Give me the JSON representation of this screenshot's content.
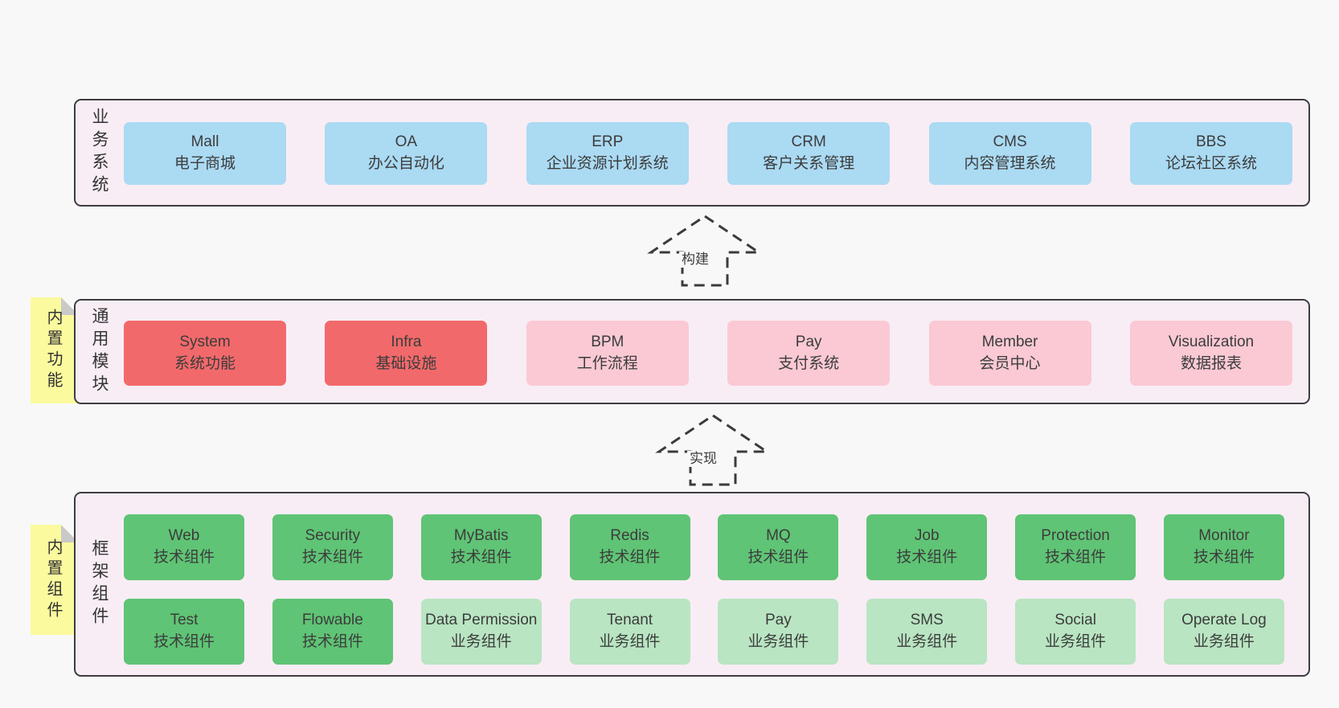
{
  "colors": {
    "blue": "#abdaf3",
    "red": "#f2696b",
    "pink": "#fac9d4",
    "green": "#5fc475",
    "lightgreen": "#b9e5c2",
    "panel_bg": "#f8edf5",
    "panel_border": "#3f3c42",
    "note_yellow": "#fbfa9e",
    "note_fold_gray": "#c9c9c9",
    "page_bg": "#f8f8f8",
    "text": "#3c3c3c"
  },
  "arrows": [
    {
      "label": "构建"
    },
    {
      "label": "实现"
    }
  ],
  "layers": {
    "business": {
      "side_label": "业务系统",
      "boxes": [
        {
          "title": "Mall",
          "subtitle": "电子商城",
          "variant": "blue"
        },
        {
          "title": "OA",
          "subtitle": "办公自动化",
          "variant": "blue"
        },
        {
          "title": "ERP",
          "subtitle": "企业资源计划系统",
          "variant": "blue"
        },
        {
          "title": "CRM",
          "subtitle": "客户关系管理",
          "variant": "blue"
        },
        {
          "title": "CMS",
          "subtitle": "内容管理系统",
          "variant": "blue"
        },
        {
          "title": "BBS",
          "subtitle": "论坛社区系统",
          "variant": "blue"
        }
      ]
    },
    "modules": {
      "side_label": "通用模块",
      "note": "内置功能",
      "boxes": [
        {
          "title": "System",
          "subtitle": "系统功能",
          "variant": "red"
        },
        {
          "title": "Infra",
          "subtitle": "基础设施",
          "variant": "red"
        },
        {
          "title": "BPM",
          "subtitle": "工作流程",
          "variant": "pink"
        },
        {
          "title": "Pay",
          "subtitle": "支付系统",
          "variant": "pink"
        },
        {
          "title": "Member",
          "subtitle": "会员中心",
          "variant": "pink"
        },
        {
          "title": "Visualization",
          "subtitle": "数据报表",
          "variant": "pink"
        }
      ]
    },
    "components": {
      "side_label": "框架组件",
      "note": "内置组件",
      "rows": [
        [
          {
            "title": "Web",
            "subtitle": "技术组件",
            "variant": "green"
          },
          {
            "title": "Security",
            "subtitle": "技术组件",
            "variant": "green"
          },
          {
            "title": "MyBatis",
            "subtitle": "技术组件",
            "variant": "green"
          },
          {
            "title": "Redis",
            "subtitle": "技术组件",
            "variant": "green"
          },
          {
            "title": "MQ",
            "subtitle": "技术组件",
            "variant": "green"
          },
          {
            "title": "Job",
            "subtitle": "技术组件",
            "variant": "green"
          },
          {
            "title": "Protection",
            "subtitle": "技术组件",
            "variant": "green"
          },
          {
            "title": "Monitor",
            "subtitle": "技术组件",
            "variant": "green"
          }
        ],
        [
          {
            "title": "Test",
            "subtitle": "技术组件",
            "variant": "green"
          },
          {
            "title": "Flowable",
            "subtitle": "技术组件",
            "variant": "green"
          },
          {
            "title": "Data Permission",
            "subtitle": "业务组件",
            "variant": "lightgreen"
          },
          {
            "title": "Tenant",
            "subtitle": "业务组件",
            "variant": "lightgreen"
          },
          {
            "title": "Pay",
            "subtitle": "业务组件",
            "variant": "lightgreen"
          },
          {
            "title": "SMS",
            "subtitle": "业务组件",
            "variant": "lightgreen"
          },
          {
            "title": "Social",
            "subtitle": "业务组件",
            "variant": "lightgreen"
          },
          {
            "title": "Operate Log",
            "subtitle": "业务组件",
            "variant": "lightgreen"
          }
        ]
      ]
    }
  }
}
